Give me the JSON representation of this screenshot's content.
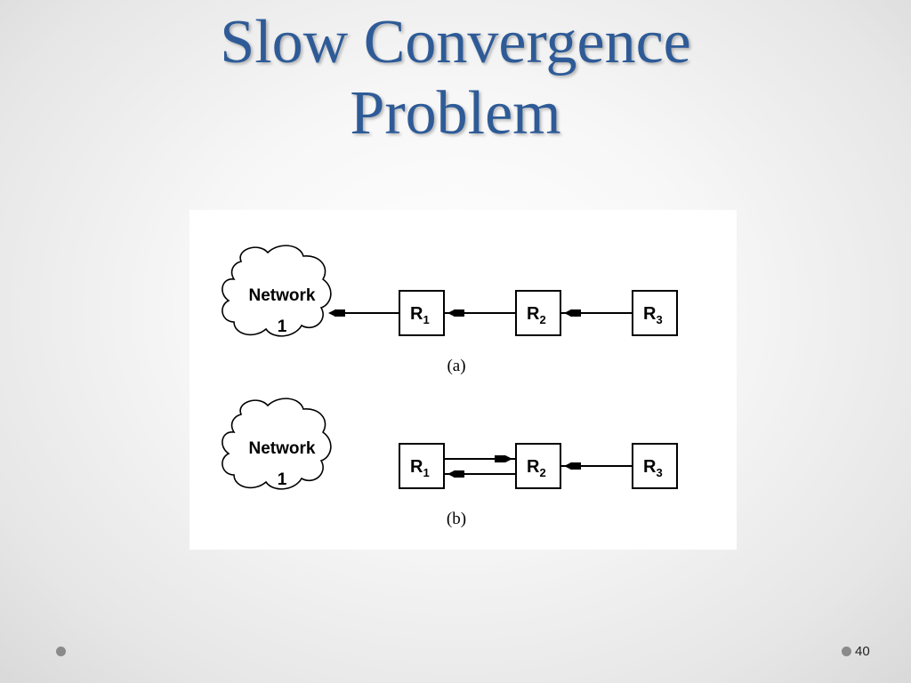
{
  "slide": {
    "title_line1": "Slow Convergence",
    "title_line2": "Problem",
    "page_number": "40"
  },
  "diagram": {
    "network_label": "Network",
    "network_number": "1",
    "router_letter": "R",
    "router_subscripts": [
      "1",
      "2",
      "3"
    ],
    "caption_a": "(a)",
    "caption_b": "(b)"
  }
}
